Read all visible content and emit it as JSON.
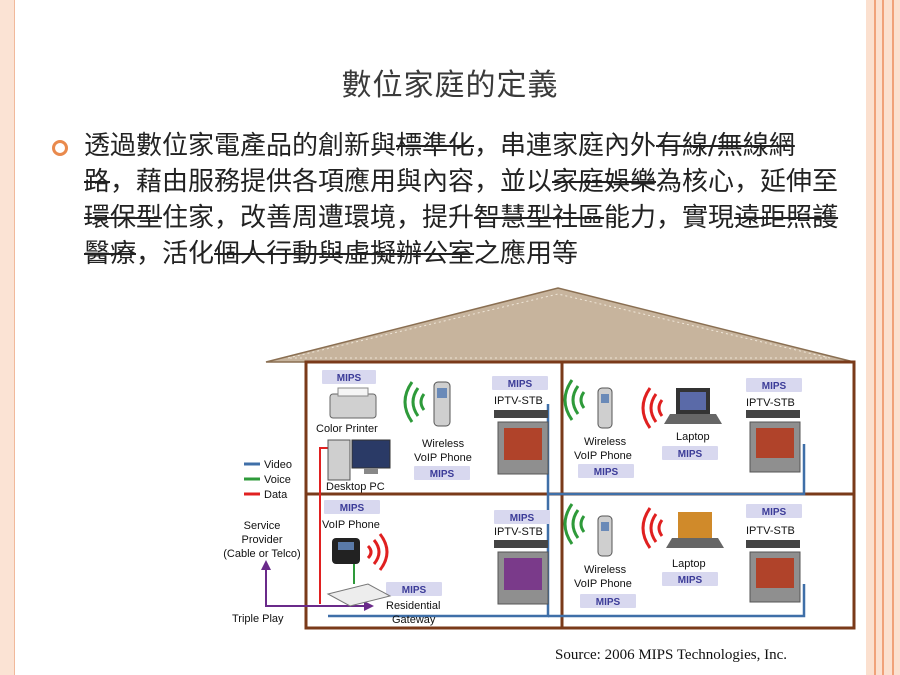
{
  "title": "數位家庭的定義",
  "bullet": {
    "segments": [
      {
        "text": "透過數位家電產品的創新與",
        "struck": false
      },
      {
        "text": "標準化",
        "struck": true
      },
      {
        "text": "，串連家庭內外",
        "struck": false
      },
      {
        "text": "有線/無線網路",
        "struck": true
      },
      {
        "text": "，藉由服務提供各項應用與內容，並以",
        "struck": false
      },
      {
        "text": "家庭娛樂",
        "struck": true
      },
      {
        "text": "為核心，延伸至",
        "struck": false
      },
      {
        "text": "環保型",
        "struck": true
      },
      {
        "text": "住家，改善周遭環境，提升",
        "struck": false
      },
      {
        "text": "智慧型社區",
        "struck": true
      },
      {
        "text": "能力，實現",
        "struck": false
      },
      {
        "text": "遠距照護醫療",
        "struck": true
      },
      {
        "text": "，活化",
        "struck": false
      },
      {
        "text": "個人行動與虛擬辦公室",
        "struck": true
      },
      {
        "text": "之應用等",
        "struck": false
      }
    ]
  },
  "diagram": {
    "legend": [
      {
        "label": "Video",
        "color": "#3f6fa8"
      },
      {
        "label": "Voice",
        "color": "#2e9a3a"
      },
      {
        "label": "Data",
        "color": "#e02020"
      }
    ],
    "service_provider": [
      "Service",
      "Provider",
      "(Cable or Telco)"
    ],
    "triple_play": "Triple Play",
    "devices": {
      "color_printer": "Color Printer",
      "desktop_pc": "Desktop PC",
      "voip_phone": "VoIP Phone",
      "wireless_voip_1": [
        "Wireless",
        "VoIP Phone"
      ],
      "wireless_voip_2": [
        "Wireless",
        "VoIP Phone"
      ],
      "wireless_voip_3": [
        "Wireless",
        "VoIP Phone"
      ],
      "laptop_1": "Laptop",
      "laptop_2": "Laptop",
      "iptv_1": "IPTV-STB",
      "iptv_2": "IPTV-STB",
      "iptv_3": "IPTV-STB",
      "iptv_4": "IPTV-STB",
      "gateway": [
        "Residential",
        "Gateway"
      ]
    },
    "logo_text": "MIPS"
  },
  "source": "Source: 2006 MIPS Technologies, Inc."
}
